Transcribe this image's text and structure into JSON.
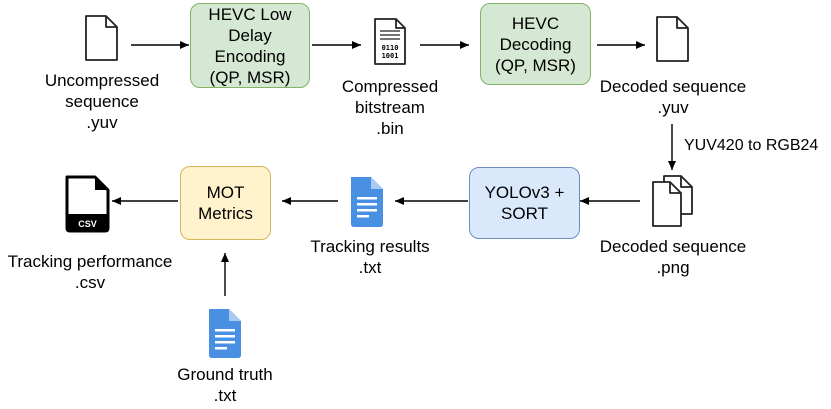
{
  "nodes": {
    "uncompressed": {
      "lines": [
        "Uncompressed",
        "sequence",
        ".yuv"
      ],
      "icon": "file-icon"
    },
    "hevc_encoding": {
      "lines": [
        "HEVC Low",
        "Delay",
        "Encoding",
        "(QP, MSR)"
      ],
      "color": "#d5e8d4"
    },
    "compressed": {
      "lines": [
        "Compressed",
        "bitstream",
        ".bin"
      ],
      "icon": "binary-file-icon"
    },
    "hevc_decoding": {
      "lines": [
        "HEVC",
        "Decoding",
        "(QP, MSR)"
      ],
      "color": "#d5e8d4"
    },
    "decoded_yuv": {
      "lines": [
        "Decoded sequence",
        ".yuv"
      ],
      "icon": "file-icon"
    },
    "decoded_png": {
      "lines": [
        "Decoded sequence",
        ".png"
      ],
      "icon": "multi-file-icon"
    },
    "yolo_sort": {
      "lines": [
        "YOLOv3 +",
        "SORT"
      ],
      "color": "#dae8fc"
    },
    "tracking_results": {
      "lines": [
        "Tracking results",
        ".txt"
      ],
      "icon": "text-document-icon"
    },
    "mot_metrics": {
      "lines": [
        "MOT",
        "Metrics"
      ],
      "color": "#fff2cc"
    },
    "tracking_performance": {
      "lines": [
        "Tracking performance",
        ".csv"
      ],
      "icon": "csv-file-icon",
      "badge": "CSV"
    },
    "ground_truth": {
      "lines": [
        "Ground truth",
        ".txt"
      ],
      "icon": "text-document-icon"
    }
  },
  "edges": {
    "conversion_label": "YUV420 to RGB24"
  }
}
